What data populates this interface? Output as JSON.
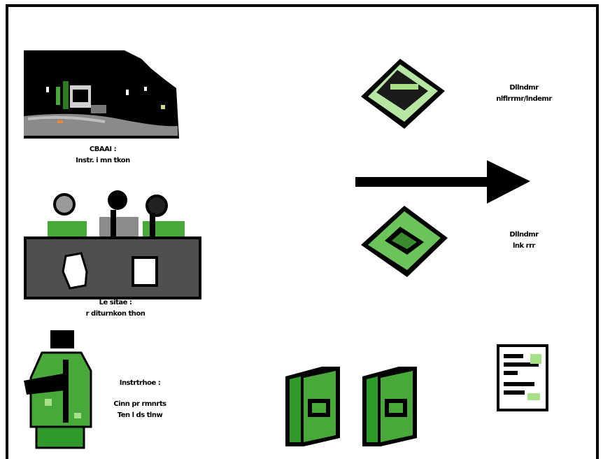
{
  "captions": {
    "photo": [
      "CBAAI :",
      "Instr. i mn tkon"
    ],
    "group": [
      "Le sitae :",
      "r diturnkon thon"
    ],
    "person": [
      "Instrtrhoe :",
      "Cinn pr rmnrts",
      "Ten l ds tlnw"
    ],
    "top_right": [
      "Dllndmr",
      "nlflrrmr/lndemr"
    ],
    "mid_right": [
      "Dllndmr",
      "lnk rrr"
    ]
  },
  "icons": [
    "photo-scene-icon",
    "group-at-counter-icon",
    "person-with-flag-icon",
    "dark-tile-icon",
    "green-tile-icon",
    "right-arrow-icon",
    "green-book-icon",
    "green-book-icon",
    "document-icon"
  ],
  "colors": {
    "black": "#000000",
    "green": "#2f9a2a",
    "light_green": "#a8e08a",
    "gray": "#555555"
  }
}
